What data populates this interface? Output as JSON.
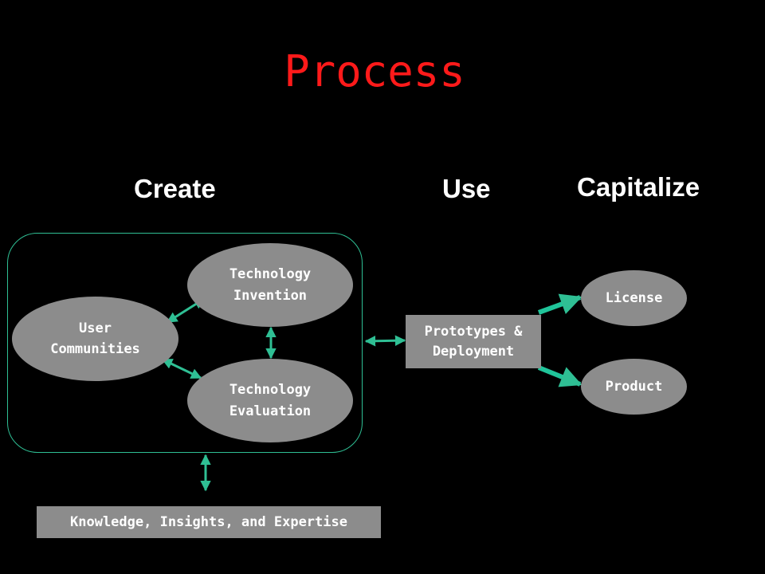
{
  "title": "Process",
  "phases": {
    "create": "Create",
    "use": "Use",
    "capitalize": "Capitalize"
  },
  "nodes": {
    "technology_invention": [
      "Technology",
      "Invention"
    ],
    "user_communities": [
      "User",
      "Communities"
    ],
    "technology_evaluation": [
      "Technology",
      "Evaluation"
    ],
    "prototypes_deployment": [
      "Prototypes &",
      "Deployment"
    ],
    "license": "License",
    "product": "Product",
    "knowledge": "Knowledge, Insights, and Expertise"
  },
  "colors": {
    "background": "#000000",
    "title": "#ff1a1a",
    "node_fill": "#8c8c8c",
    "connector": "#2fbf94",
    "text": "#ffffff"
  }
}
